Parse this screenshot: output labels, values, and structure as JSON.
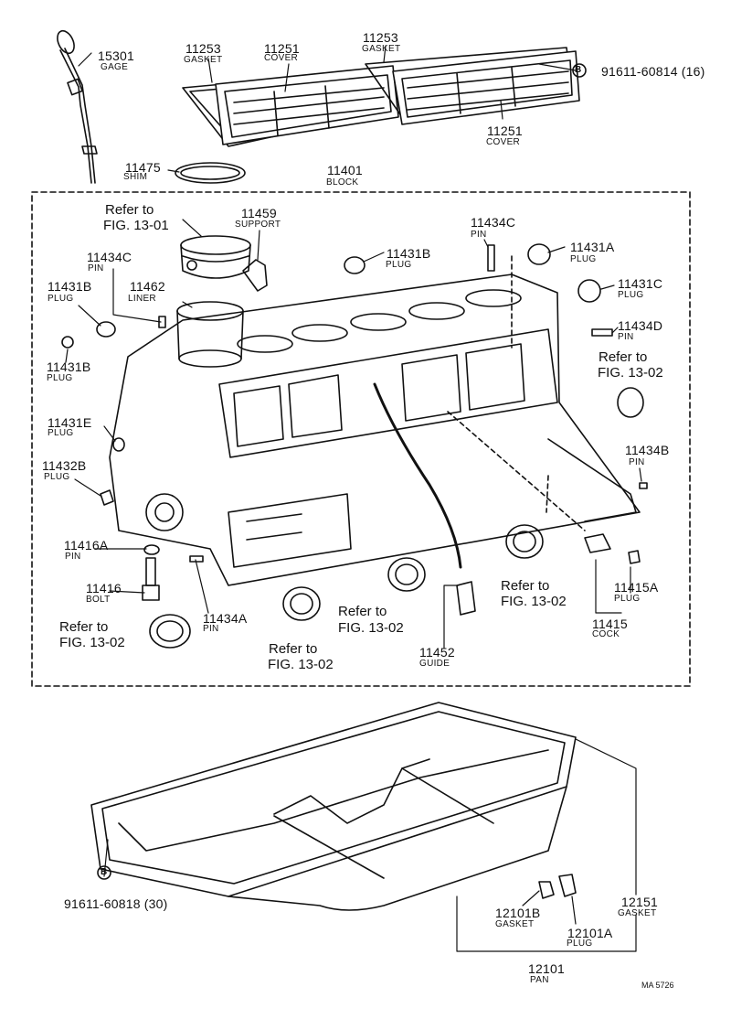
{
  "parts": {
    "p15301": {
      "num": "15301",
      "name": "GAGE"
    },
    "p11253a": {
      "num": "11253",
      "name": "GASKET"
    },
    "p11251a": {
      "num": "11251",
      "name": "COVER"
    },
    "p11253b": {
      "num": "11253",
      "name": "GASKET"
    },
    "p91611a": {
      "num": "91611-60814 (16)",
      "marker": "B"
    },
    "p11251b": {
      "num": "11251",
      "name": "COVER"
    },
    "p11475": {
      "num": "11475",
      "name": "SHIM"
    },
    "p11401": {
      "num": "11401",
      "name": "BLOCK"
    },
    "p11459": {
      "num": "11459",
      "name": "SUPPORT"
    },
    "p11434c_r": {
      "num": "11434C",
      "name": "PIN"
    },
    "p11431a": {
      "num": "11431A",
      "name": "PLUG"
    },
    "p11431b_c": {
      "num": "11431B",
      "name": "PLUG"
    },
    "p11434c_l": {
      "num": "11434C",
      "name": "PIN"
    },
    "p11462": {
      "num": "11462",
      "name": "LINER"
    },
    "p11431b_l": {
      "num": "11431B",
      "name": "PLUG"
    },
    "p11431c": {
      "num": "11431C",
      "name": "PLUG"
    },
    "p11434d": {
      "num": "11434D",
      "name": "PIN"
    },
    "p11431b_l2": {
      "num": "11431B",
      "name": "PLUG"
    },
    "p11431e": {
      "num": "11431E",
      "name": "PLUG"
    },
    "p11434b": {
      "num": "11434B",
      "name": "PIN"
    },
    "p11432b": {
      "num": "11432B",
      "name": "PLUG"
    },
    "p11416a": {
      "num": "11416A",
      "name": "PIN"
    },
    "p11416": {
      "num": "11416",
      "name": "BOLT"
    },
    "p11434a": {
      "num": "11434A",
      "name": "PIN"
    },
    "p11415a": {
      "num": "11415A",
      "name": "PLUG"
    },
    "p11415": {
      "num": "11415",
      "name": "COCK"
    },
    "p11452": {
      "num": "11452",
      "name": "GUIDE"
    },
    "p91611b": {
      "num": "91611-60818 (30)",
      "marker": "B"
    },
    "p12151": {
      "num": "12151",
      "name": "GASKET"
    },
    "p12101b": {
      "num": "12101B",
      "name": "GASKET"
    },
    "p12101a": {
      "num": "12101A",
      "name": "PLUG"
    },
    "p12101": {
      "num": "12101",
      "name": "PAN"
    }
  },
  "refs": {
    "r1301": {
      "line1": "Refer to",
      "line2": "FIG. 13-01"
    },
    "r1302_right": {
      "line1": "Refer to",
      "line2": "FIG. 13-02"
    },
    "r1302_bl": {
      "line1": "Refer to",
      "line2": "FIG. 13-02"
    },
    "r1302_b1": {
      "line1": "Refer to",
      "line2": "FIG. 13-02"
    },
    "r1302_b2": {
      "line1": "Refer to",
      "line2": "FIG. 13-02"
    },
    "r1302_b3": {
      "line1": "Refer to",
      "line2": "FIG. 13-02"
    }
  },
  "figure_code": "MA 5726"
}
